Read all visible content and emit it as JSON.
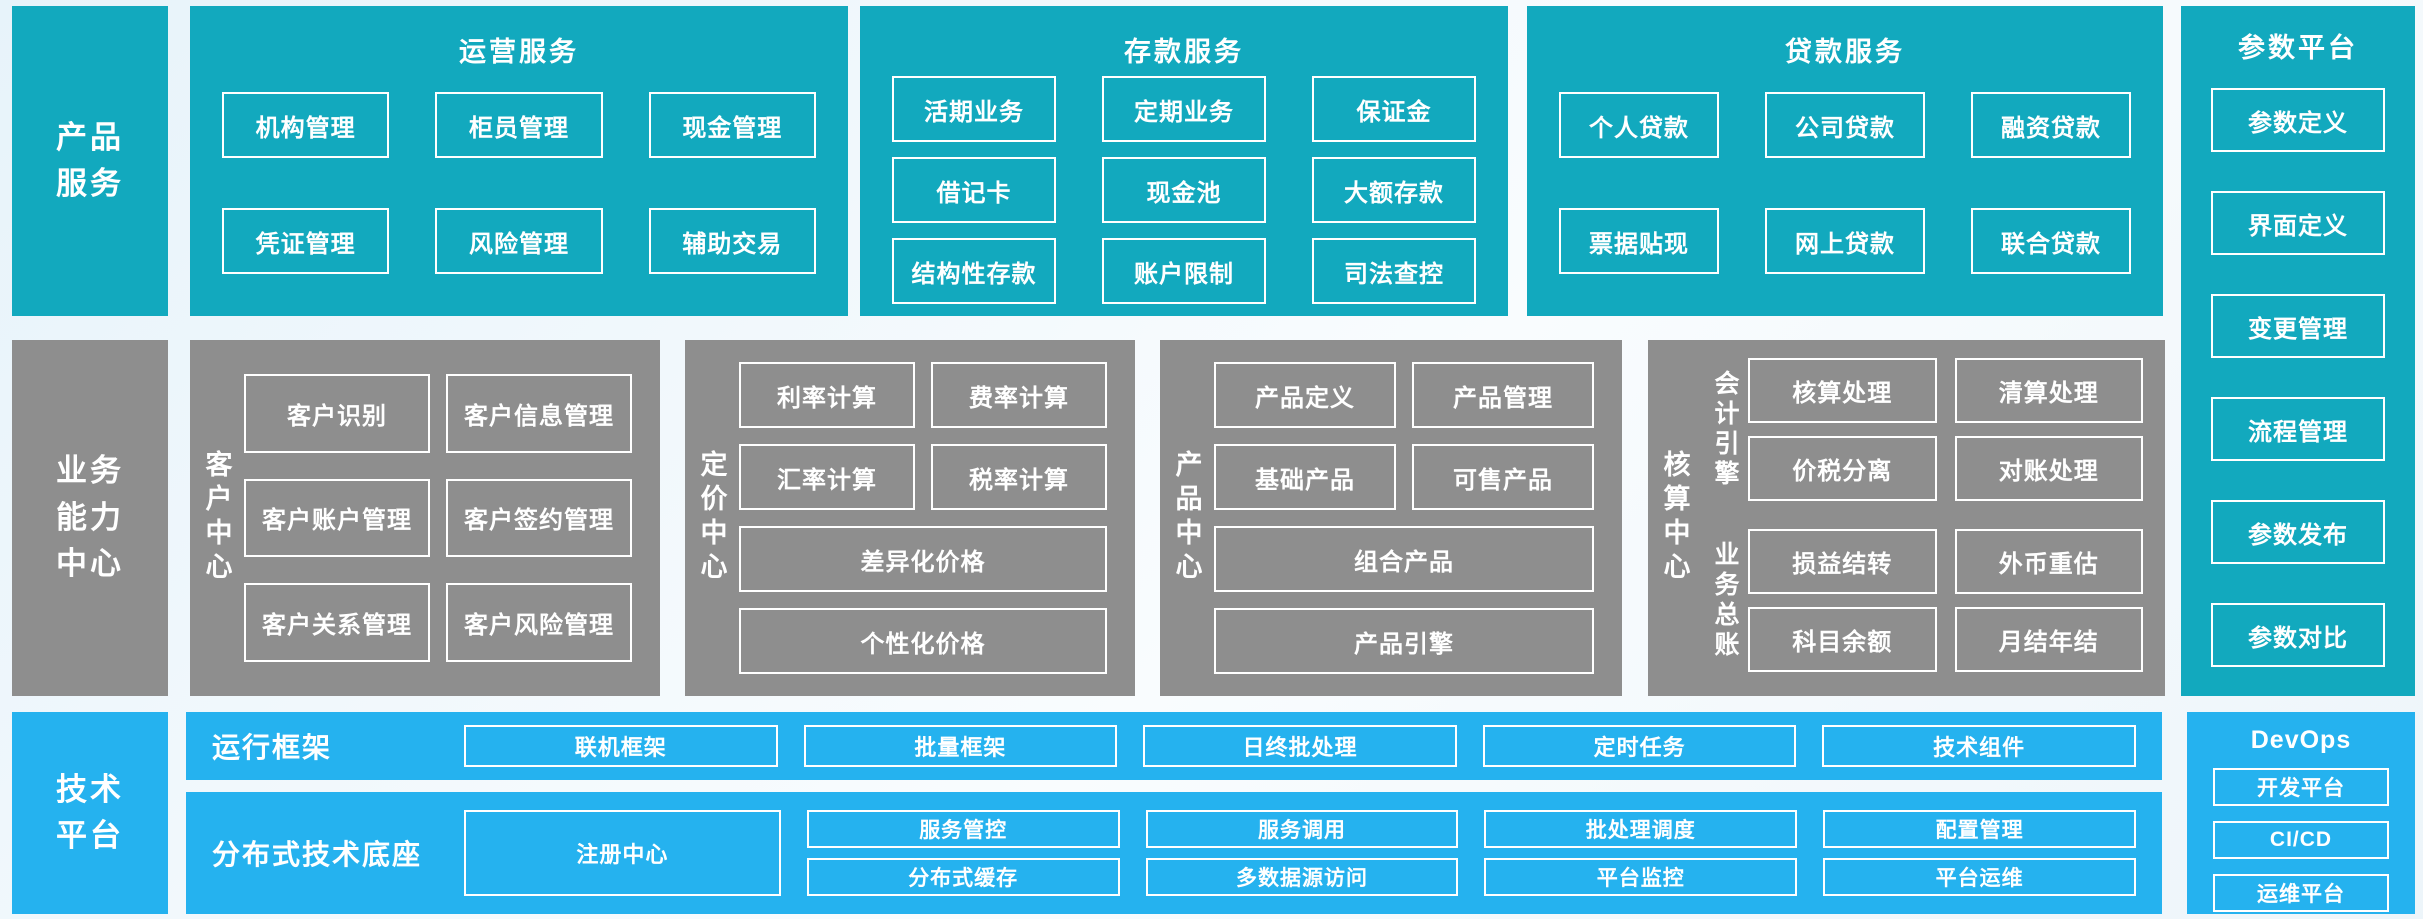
{
  "palette": {
    "teal": "#12a9be",
    "gray": "#8e8e8e",
    "blue": "#25b2ef",
    "text": "#ffffff"
  },
  "product_row": {
    "sidebar": "产品\n服务",
    "ops": {
      "title": "运营服务",
      "items": [
        "机构管理",
        "柜员管理",
        "现金管理",
        "凭证管理",
        "风险管理",
        "辅助交易"
      ]
    },
    "deposit": {
      "title": "存款服务",
      "items": [
        "活期业务",
        "定期业务",
        "保证金",
        "借记卡",
        "现金池",
        "大额存款",
        "结构性存款",
        "账户限制",
        "司法查控"
      ]
    },
    "loan": {
      "title": "贷款服务",
      "items": [
        "个人贷款",
        "公司贷款",
        "融资贷款",
        "票据贴现",
        "网上贷款",
        "联合贷款"
      ]
    }
  },
  "param_platform": {
    "title": "参数平台",
    "items": [
      "参数定义",
      "界面定义",
      "变更管理",
      "流程管理",
      "参数发布",
      "参数对比"
    ]
  },
  "business_row": {
    "sidebar": "业务\n能力\n中心",
    "customer": {
      "label": "客户中心",
      "items": [
        "客户识别",
        "客户信息管理",
        "客户账户管理",
        "客户签约管理",
        "客户关系管理",
        "客户风险管理"
      ]
    },
    "pricing": {
      "label": "定价中心",
      "items": [
        "利率计算",
        "费率计算",
        "汇率计算",
        "税率计算"
      ],
      "wide": [
        "差异化价格",
        "个性化价格"
      ]
    },
    "product": {
      "label": "产品中心",
      "items": [
        "产品定义",
        "产品管理",
        "基础产品",
        "可售产品"
      ],
      "wide": [
        "组合产品",
        "产品引擎"
      ]
    },
    "accounting": {
      "label": "核算中心",
      "groups": [
        {
          "label": "会计引擎",
          "items": [
            "核算处理",
            "清算处理",
            "价税分离",
            "对账处理"
          ]
        },
        {
          "label": "业务总账",
          "items": [
            "损益结转",
            "外币重估",
            "科目余额",
            "月结年结"
          ]
        }
      ]
    }
  },
  "tech_row": {
    "sidebar": "技术\n平台",
    "runtime": {
      "label": "运行框架",
      "items": [
        "联机框架",
        "批量框架",
        "日终批处理",
        "定时任务",
        "技术组件"
      ]
    },
    "distributed": {
      "label": "分布式技术底座",
      "registry": "注册中心",
      "columns": [
        [
          "服务管控",
          "分布式缓存"
        ],
        [
          "服务调用",
          "多数据源访问"
        ],
        [
          "批处理调度",
          "平台监控"
        ],
        [
          "配置管理",
          "平台运维"
        ]
      ]
    },
    "devops": {
      "title": "DevOps",
      "items": [
        "开发平台",
        "CI/CD",
        "运维平台"
      ]
    }
  }
}
